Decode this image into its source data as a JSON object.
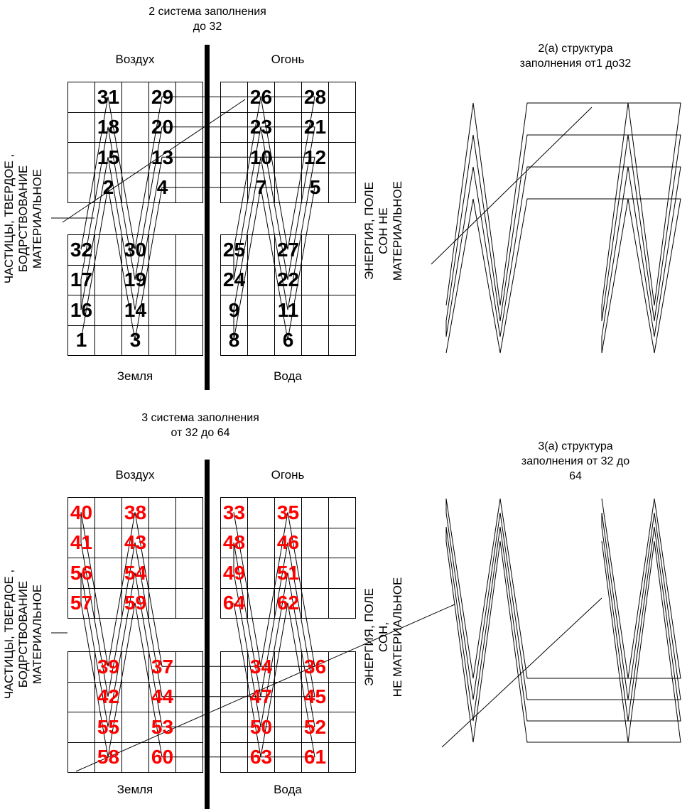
{
  "fig2": {
    "title": [
      "2 система  заполнения",
      "до 32"
    ],
    "quadrants": {
      "top_left": "Воздух",
      "top_right": "Огонь",
      "bottom_left": "Земля",
      "bottom_right": "Вода"
    },
    "axis_left": [
      "ЧАСТИЦЫ, ТВЕРДОЕ ,",
      "БОДРСТВОВАНИЕ",
      "МАТЕРИАЛЬНОЕ"
    ],
    "axis_right": [
      "ЭНЕРГИЯ, ПОЛЕ",
      "СОН НЕ",
      "МАТЕРИАЛЬНОЕ"
    ],
    "number_color": "#000000",
    "numbers": [
      {
        "n": 1,
        "q": "bl",
        "c": 1,
        "r": 4
      },
      {
        "n": 2,
        "q": "tl",
        "c": 2,
        "r": 4
      },
      {
        "n": 3,
        "q": "bl",
        "c": 3,
        "r": 4
      },
      {
        "n": 4,
        "q": "tl",
        "c": 4,
        "r": 4
      },
      {
        "n": 5,
        "q": "tr",
        "c": 4,
        "r": 4
      },
      {
        "n": 6,
        "q": "br",
        "c": 3,
        "r": 4
      },
      {
        "n": 7,
        "q": "tr",
        "c": 2,
        "r": 4
      },
      {
        "n": 8,
        "q": "br",
        "c": 1,
        "r": 4
      },
      {
        "n": 9,
        "q": "br",
        "c": 1,
        "r": 3
      },
      {
        "n": 10,
        "q": "tr",
        "c": 2,
        "r": 3
      },
      {
        "n": 11,
        "q": "br",
        "c": 3,
        "r": 3
      },
      {
        "n": 12,
        "q": "tr",
        "c": 4,
        "r": 3
      },
      {
        "n": 13,
        "q": "tl",
        "c": 4,
        "r": 3
      },
      {
        "n": 14,
        "q": "bl",
        "c": 3,
        "r": 3
      },
      {
        "n": 15,
        "q": "tl",
        "c": 2,
        "r": 3
      },
      {
        "n": 16,
        "q": "bl",
        "c": 1,
        "r": 3
      },
      {
        "n": 17,
        "q": "bl",
        "c": 1,
        "r": 2
      },
      {
        "n": 18,
        "q": "tl",
        "c": 2,
        "r": 2
      },
      {
        "n": 19,
        "q": "bl",
        "c": 3,
        "r": 2
      },
      {
        "n": 20,
        "q": "tl",
        "c": 4,
        "r": 2
      },
      {
        "n": 21,
        "q": "tr",
        "c": 4,
        "r": 2
      },
      {
        "n": 22,
        "q": "br",
        "c": 3,
        "r": 2
      },
      {
        "n": 23,
        "q": "tr",
        "c": 2,
        "r": 2
      },
      {
        "n": 24,
        "q": "br",
        "c": 1,
        "r": 2
      },
      {
        "n": 25,
        "q": "br",
        "c": 1,
        "r": 1
      },
      {
        "n": 26,
        "q": "tr",
        "c": 2,
        "r": 1
      },
      {
        "n": 27,
        "q": "br",
        "c": 3,
        "r": 1
      },
      {
        "n": 28,
        "q": "tr",
        "c": 4,
        "r": 1
      },
      {
        "n": 29,
        "q": "tl",
        "c": 4,
        "r": 1
      },
      {
        "n": 30,
        "q": "bl",
        "c": 3,
        "r": 1
      },
      {
        "n": 31,
        "q": "tl",
        "c": 2,
        "r": 1
      },
      {
        "n": 32,
        "q": "bl",
        "c": 1,
        "r": 1
      }
    ]
  },
  "fig3": {
    "title": [
      "3 система  заполнения",
      "от 32 до 64"
    ],
    "quadrants": {
      "top_left": "Воздух",
      "top_right": "Огонь",
      "bottom_left": "Земля",
      "bottom_right": "Вода"
    },
    "axis_left": [
      "ЧАСТИЦЫ, ТВЕРДОЕ ,",
      "БОДРСТВОВАНИЕ",
      "МАТЕРИАЛЬНОЕ"
    ],
    "axis_right": [
      "ЭНЕРГИЯ, ПОЛЕ",
      "СОН,",
      "НЕ МАТЕРИАЛЬНОЕ"
    ],
    "number_color": "#FF0000",
    "numbers": [
      {
        "n": 33,
        "q": "tr",
        "c": 1,
        "r": 1
      },
      {
        "n": 34,
        "q": "br",
        "c": 2,
        "r": 1
      },
      {
        "n": 35,
        "q": "tr",
        "c": 3,
        "r": 1
      },
      {
        "n": 36,
        "q": "br",
        "c": 4,
        "r": 1
      },
      {
        "n": 37,
        "q": "bl",
        "c": 4,
        "r": 1
      },
      {
        "n": 38,
        "q": "tl",
        "c": 3,
        "r": 1
      },
      {
        "n": 39,
        "q": "bl",
        "c": 2,
        "r": 1
      },
      {
        "n": 40,
        "q": "tl",
        "c": 1,
        "r": 1
      },
      {
        "n": 41,
        "q": "tl",
        "c": 1,
        "r": 2
      },
      {
        "n": 42,
        "q": "bl",
        "c": 2,
        "r": 2
      },
      {
        "n": 43,
        "q": "tl",
        "c": 3,
        "r": 2
      },
      {
        "n": 44,
        "q": "bl",
        "c": 4,
        "r": 2
      },
      {
        "n": 45,
        "q": "br",
        "c": 4,
        "r": 2
      },
      {
        "n": 46,
        "q": "tr",
        "c": 3,
        "r": 2
      },
      {
        "n": 47,
        "q": "br",
        "c": 2,
        "r": 2
      },
      {
        "n": 48,
        "q": "tr",
        "c": 1,
        "r": 2
      },
      {
        "n": 49,
        "q": "tr",
        "c": 1,
        "r": 3
      },
      {
        "n": 50,
        "q": "br",
        "c": 2,
        "r": 3
      },
      {
        "n": 51,
        "q": "tr",
        "c": 3,
        "r": 3
      },
      {
        "n": 52,
        "q": "br",
        "c": 4,
        "r": 3
      },
      {
        "n": 53,
        "q": "bl",
        "c": 4,
        "r": 3
      },
      {
        "n": 54,
        "q": "tl",
        "c": 3,
        "r": 3
      },
      {
        "n": 55,
        "q": "bl",
        "c": 2,
        "r": 3
      },
      {
        "n": 56,
        "q": "tl",
        "c": 1,
        "r": 3
      },
      {
        "n": 57,
        "q": "tl",
        "c": 1,
        "r": 4
      },
      {
        "n": 58,
        "q": "bl",
        "c": 2,
        "r": 4
      },
      {
        "n": 59,
        "q": "tl",
        "c": 3,
        "r": 4
      },
      {
        "n": 60,
        "q": "bl",
        "c": 4,
        "r": 4
      },
      {
        "n": 61,
        "q": "br",
        "c": 4,
        "r": 4
      },
      {
        "n": 62,
        "q": "tr",
        "c": 3,
        "r": 4
      },
      {
        "n": 63,
        "q": "br",
        "c": 2,
        "r": 4
      },
      {
        "n": 64,
        "q": "tr",
        "c": 1,
        "r": 4
      }
    ]
  },
  "struct2": {
    "title": [
      "2(а) структура",
      "заполнения от1 до32"
    ]
  },
  "struct3": {
    "title": [
      "3(а) структура",
      "заполнения от 32 до",
      "64"
    ]
  },
  "line_color": "#000000"
}
